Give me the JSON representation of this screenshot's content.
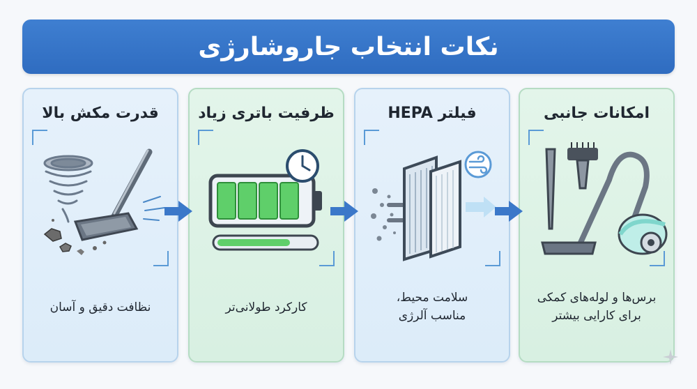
{
  "banner": {
    "title": "نکات انتخاب جاروشارژی"
  },
  "cards": [
    {
      "title": "قدرت مکش بالا",
      "desc": [
        "نظافت دقیق و آسان"
      ],
      "icon": "vacuum-suction-icon"
    },
    {
      "title": "ظرفیت باتری زیاد",
      "desc": [
        "کارکرد طولانی‌تر"
      ],
      "icon": "battery-clock-icon"
    },
    {
      "title": "فیلتر HEPA",
      "desc": [
        "سلامت محیط،",
        "مناسب آلرژی"
      ],
      "icon": "hepa-filter-icon"
    },
    {
      "title": "امکانات جانبی",
      "desc": [
        "برس‌ها و لوله‌های کمکی",
        "برای کارایی بیشتر"
      ],
      "icon": "accessories-icon"
    }
  ],
  "colors": {
    "banner": "#2f6cc0",
    "arrow": "#3b78c9",
    "card_blue": "#e6f1fb",
    "card_green": "#e3f5ea",
    "battery": "#5fcf6a"
  }
}
